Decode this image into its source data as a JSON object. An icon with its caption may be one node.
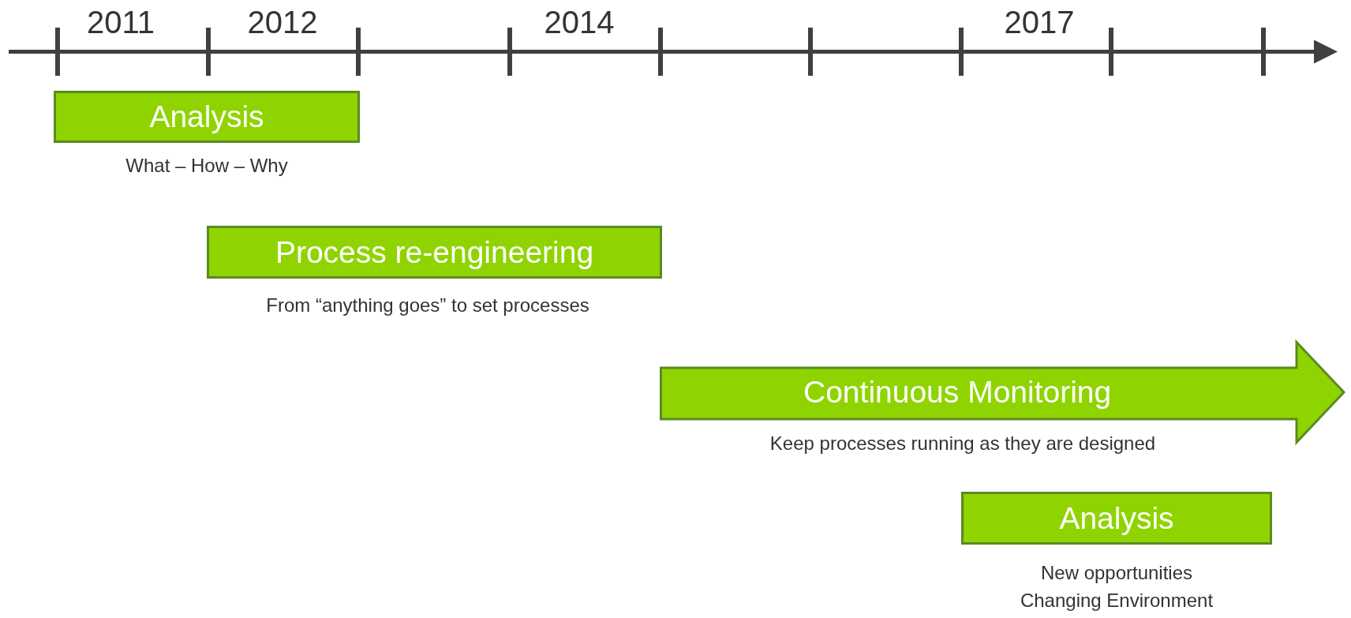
{
  "diagram": {
    "nodes": [
      {
        "text": [
          "Analysis"
        ],
        "beside": [
          "What – How – Why"
        ]
      },
      {
        "text": [
          "Process re-engineering"
        ],
        "beside": [
          "From “anything goes” to set processes"
        ]
      },
      {
        "text": [
          "Continuous Monitoring"
        ],
        "beside": [
          "Keep processes running as they are designed"
        ]
      },
      {
        "text": [
          "Analysis"
        ],
        "beside": [
          "New opportunities",
          "Changing Environment"
        ]
      }
    ],
    "labels": [
      "2011",
      "2012",
      "2014",
      "2017"
    ]
  }
}
